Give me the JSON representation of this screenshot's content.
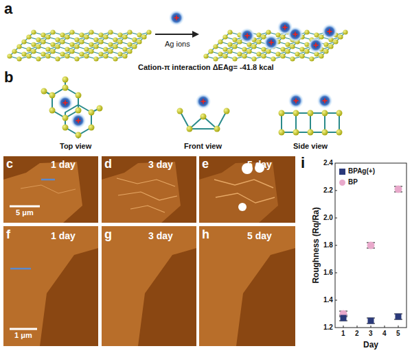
{
  "diagram": {
    "labels": [
      "a",
      "Ag ions",
      "Cation-π interaction ΔEAg= -41.8 kcal",
      "b",
      "Top view",
      "Front view",
      "Side view",
      "c",
      "1 day",
      "d",
      "3 day",
      "e",
      "5 day",
      "5 μm",
      "f",
      "1 day",
      "g",
      "3 day",
      "h",
      "5 day",
      "1 μm",
      "i",
      "2.4",
      "2.2",
      "2.0",
      "1.8",
      "1.6",
      "1.4",
      "1.2",
      "1",
      "2",
      "3",
      "4",
      "5",
      "Roughness (Rq/Ra)",
      "Day"
    ],
    "legend": [
      {
        "text": "BPAg(+)",
        "color": "#2b3a7a"
      },
      {
        "text": "BP",
        "color": "#e8a9cb"
      }
    ]
  }
}
